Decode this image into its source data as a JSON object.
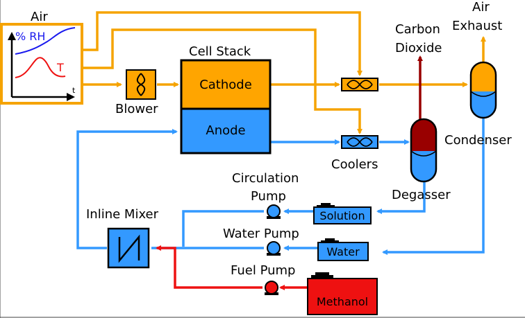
{
  "labels": {
    "air": "Air",
    "rh": "% RH",
    "temp": "T",
    "time": "t",
    "blower": "Blower",
    "cell_stack": "Cell Stack",
    "cathode": "Cathode",
    "anode": "Anode",
    "coolers": "Coolers",
    "carbon_dioxide_1": "Carbon",
    "carbon_dioxide_2": "Dioxide",
    "air_exhaust_1": "Air",
    "air_exhaust_2": "Exhaust",
    "condenser": "Condenser",
    "degasser": "Degasser",
    "circulation_pump_1": "Circulation",
    "circulation_pump_2": "Pump",
    "solution": "Solution",
    "inline_mixer": "Inline Mixer",
    "water_pump": "Water Pump",
    "water": "Water",
    "fuel_pump": "Fuel Pump",
    "methanol": "Methanol"
  },
  "colors": {
    "air_line": "#f5a300",
    "water_line": "#3399ff",
    "fuel_line": "#ee1111",
    "co2_line": "#990000",
    "box_orange": "#ffa500",
    "box_blue": "#3399ff",
    "box_red": "#ee1111"
  }
}
